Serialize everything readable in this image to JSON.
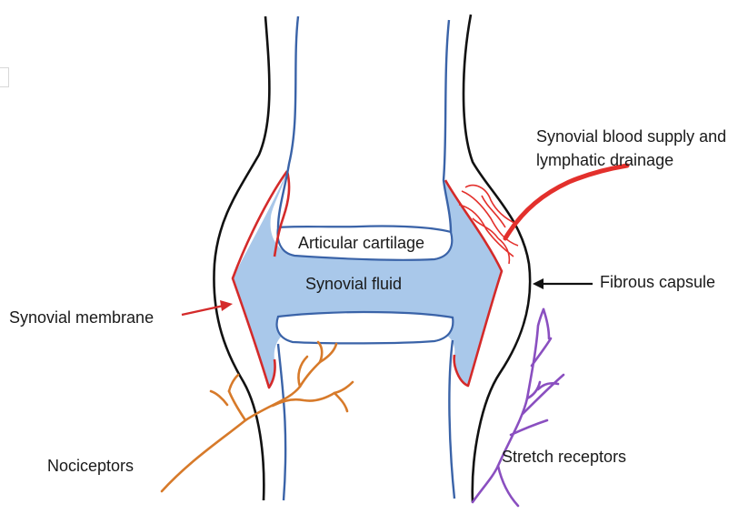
{
  "labels": {
    "blood_supply_line1": "Synovial blood supply and",
    "blood_supply_line2": "lymphatic drainage",
    "articular_cartilage": "Articular cartilage",
    "synovial_fluid": "Synovial fluid",
    "fibrous_capsule": "Fibrous capsule",
    "synovial_membrane": "Synovial membrane",
    "nociceptors": "Nociceptors",
    "stretch_receptors": "Stretch receptors"
  },
  "colors": {
    "bone_outline": "#3a63a8",
    "capsule_outline": "#111111",
    "membrane": "#d42a2a",
    "fluid": "#a9c8ea",
    "nociceptor": "#d77a2a",
    "stretch_receptor": "#8a4fc0",
    "blood_vessel": "#e3302c"
  }
}
